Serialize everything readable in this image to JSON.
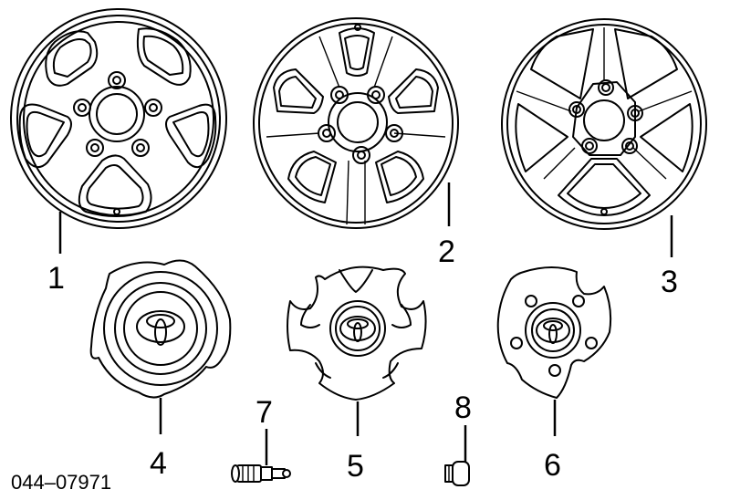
{
  "diagram": {
    "part_code": "044–07971",
    "parts": [
      {
        "id": "1",
        "label": "1",
        "icon": "steel-wheel-icon"
      },
      {
        "id": "2",
        "label": "2",
        "icon": "alloy-wheel-icon"
      },
      {
        "id": "3",
        "label": "3",
        "icon": "alloy-wheel-icon"
      },
      {
        "id": "4",
        "label": "4",
        "icon": "center-cap-icon"
      },
      {
        "id": "5",
        "label": "5",
        "icon": "center-cap-icon"
      },
      {
        "id": "6",
        "label": "6",
        "icon": "center-cap-icon"
      },
      {
        "id": "7",
        "label": "7",
        "icon": "valve-stem-icon"
      },
      {
        "id": "8",
        "label": "8",
        "icon": "lug-nut-icon"
      }
    ]
  }
}
